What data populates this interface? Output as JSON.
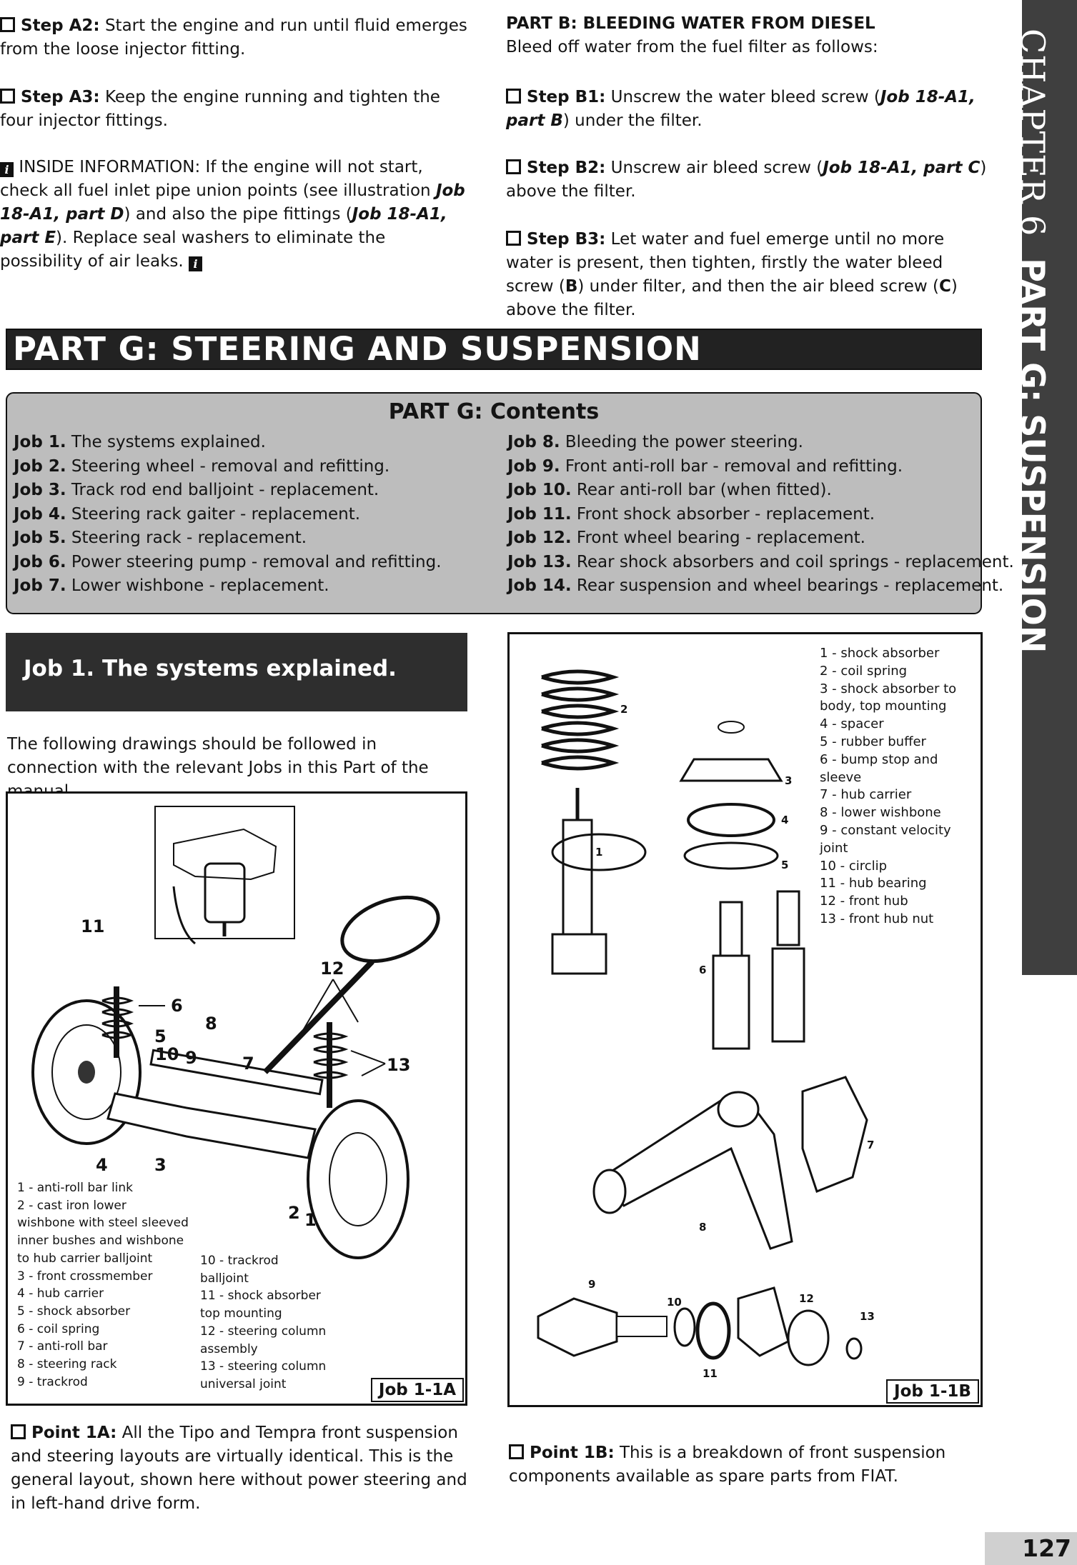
{
  "side_tab": {
    "chapter": "CHAPTER 6",
    "part": "PART G: SUSPENSION"
  },
  "left_top": {
    "step_a2": {
      "label": "Step A2:",
      "text": " Start the engine and run until fluid emerges from the loose injector fitting."
    },
    "step_a3": {
      "label": "Step A3:",
      "text": " Keep the engine running and tighten the four injector fittings."
    },
    "inside_info": {
      "label": "INSIDE INFORMATION:",
      "text1": " If the engine will not start, check all fuel inlet pipe union points (see illustration ",
      "ref1": "Job 18-A1, part D",
      "text2": ") and also the pipe fittings (",
      "ref2": "Job 18-A1, part E",
      "text3": "). Replace seal washers to eliminate the possibility of air leaks. "
    }
  },
  "right_top": {
    "heading": "PART B: BLEEDING WATER FROM DIESEL",
    "intro": "Bleed off water from the fuel filter as follows:",
    "step_b1": {
      "label": "Step B1:",
      "text1": " Unscrew the water bleed screw (",
      "ref": "Job 18-A1, part B",
      "text2": ") under the filter."
    },
    "step_b2": {
      "label": "Step B2:",
      "text1": " Unscrew air bleed screw (",
      "ref": "Job 18-A1, part C",
      "text2": ") above the filter."
    },
    "step_b3": {
      "label": "Step B3:",
      "text1": " Let water and fuel emerge until no more water is present, then tighten, firstly the water bleed screw (",
      "ref1": "B",
      "text2": ") under filter, and then the air bleed screw (",
      "ref2": "C",
      "text3": ") above the filter."
    }
  },
  "banner": {
    "title": "PART G: STEERING AND SUSPENSION"
  },
  "contents": {
    "title": "PART G: Contents",
    "left": [
      {
        "job": "Job 1.",
        "text": " The systems explained."
      },
      {
        "job": "Job 2.",
        "text": " Steering wheel - removal and refitting."
      },
      {
        "job": "Job 3.",
        "text": " Track rod end balljoint - replacement."
      },
      {
        "job": "Job 4.",
        "text": " Steering rack gaiter - replacement."
      },
      {
        "job": "Job 5.",
        "text": " Steering rack - replacement."
      },
      {
        "job": "Job 6.",
        "text": " Power steering pump - removal and refitting."
      },
      {
        "job": "Job 7.",
        "text": " Lower wishbone - replacement."
      }
    ],
    "right": [
      {
        "job": "Job 8.",
        "text": " Bleeding the power steering."
      },
      {
        "job": "Job 9.",
        "text": " Front anti-roll bar - removal and refitting."
      },
      {
        "job": "Job 10.",
        "text": " Rear anti-roll bar (when fitted)."
      },
      {
        "job": "Job 11.",
        "text": " Front shock absorber - replacement."
      },
      {
        "job": "Job 12.",
        "text": " Front wheel bearing - replacement."
      },
      {
        "job": "Job 13.",
        "text": " Rear shock absorbers and coil springs - replacement."
      },
      {
        "job": "Job 14.",
        "text": " Rear suspension and wheel bearings - replacement."
      }
    ]
  },
  "job1": {
    "title": "Job 1. The systems explained.",
    "intro": "The following drawings should be followed in connection with the relevant Jobs in this Part of the manual."
  },
  "fig_a": {
    "label": "Job 1-1A",
    "legend_left": [
      "1 - anti-roll bar link",
      "2 - cast iron lower",
      "wishbone with steel sleeved",
      "inner bushes and wishbone",
      "to hub carrier balljoint",
      "3 - front crossmember",
      "4 - hub carrier",
      "5 - shock absorber",
      "6 - coil spring",
      "7 - anti-roll bar",
      "8 - steering rack",
      "9 - trackrod"
    ],
    "legend_right": [
      "10 - trackrod",
      "balljoint",
      "11 - shock absorber",
      "top mounting",
      "12 - steering column",
      "assembly",
      "13 - steering column",
      "universal joint"
    ],
    "callouts": [
      "1",
      "2",
      "3",
      "4",
      "5",
      "6",
      "7",
      "8",
      "9",
      "10",
      "11",
      "12",
      "13"
    ]
  },
  "fig_b": {
    "label": "Job 1-1B",
    "legend": [
      "1 - shock absorber",
      "2 - coil spring",
      "3 - shock absorber to",
      "body, top mounting",
      "4 - spacer",
      "5 - rubber buffer",
      "6 - bump stop and",
      "sleeve",
      "7 - hub carrier",
      "8 - lower wishbone",
      "9 - constant velocity",
      "joint",
      "10 - circlip",
      "11 - hub bearing",
      "12 - front hub",
      "13 - front hub nut"
    ],
    "callouts": [
      "1",
      "2",
      "3",
      "4",
      "5",
      "6",
      "7",
      "8",
      "9",
      "10",
      "11",
      "12",
      "13"
    ]
  },
  "point_1a": {
    "label": "Point 1A:",
    "text": " All the Tipo and Tempra front suspension and steering layouts are virtually identical. This is the general layout, shown here without power steering and in left-hand drive form."
  },
  "point_1b": {
    "label": "Point 1B:",
    "text": " This is a breakdown of front suspension components available as spare parts from FIAT."
  },
  "page_number": "127"
}
